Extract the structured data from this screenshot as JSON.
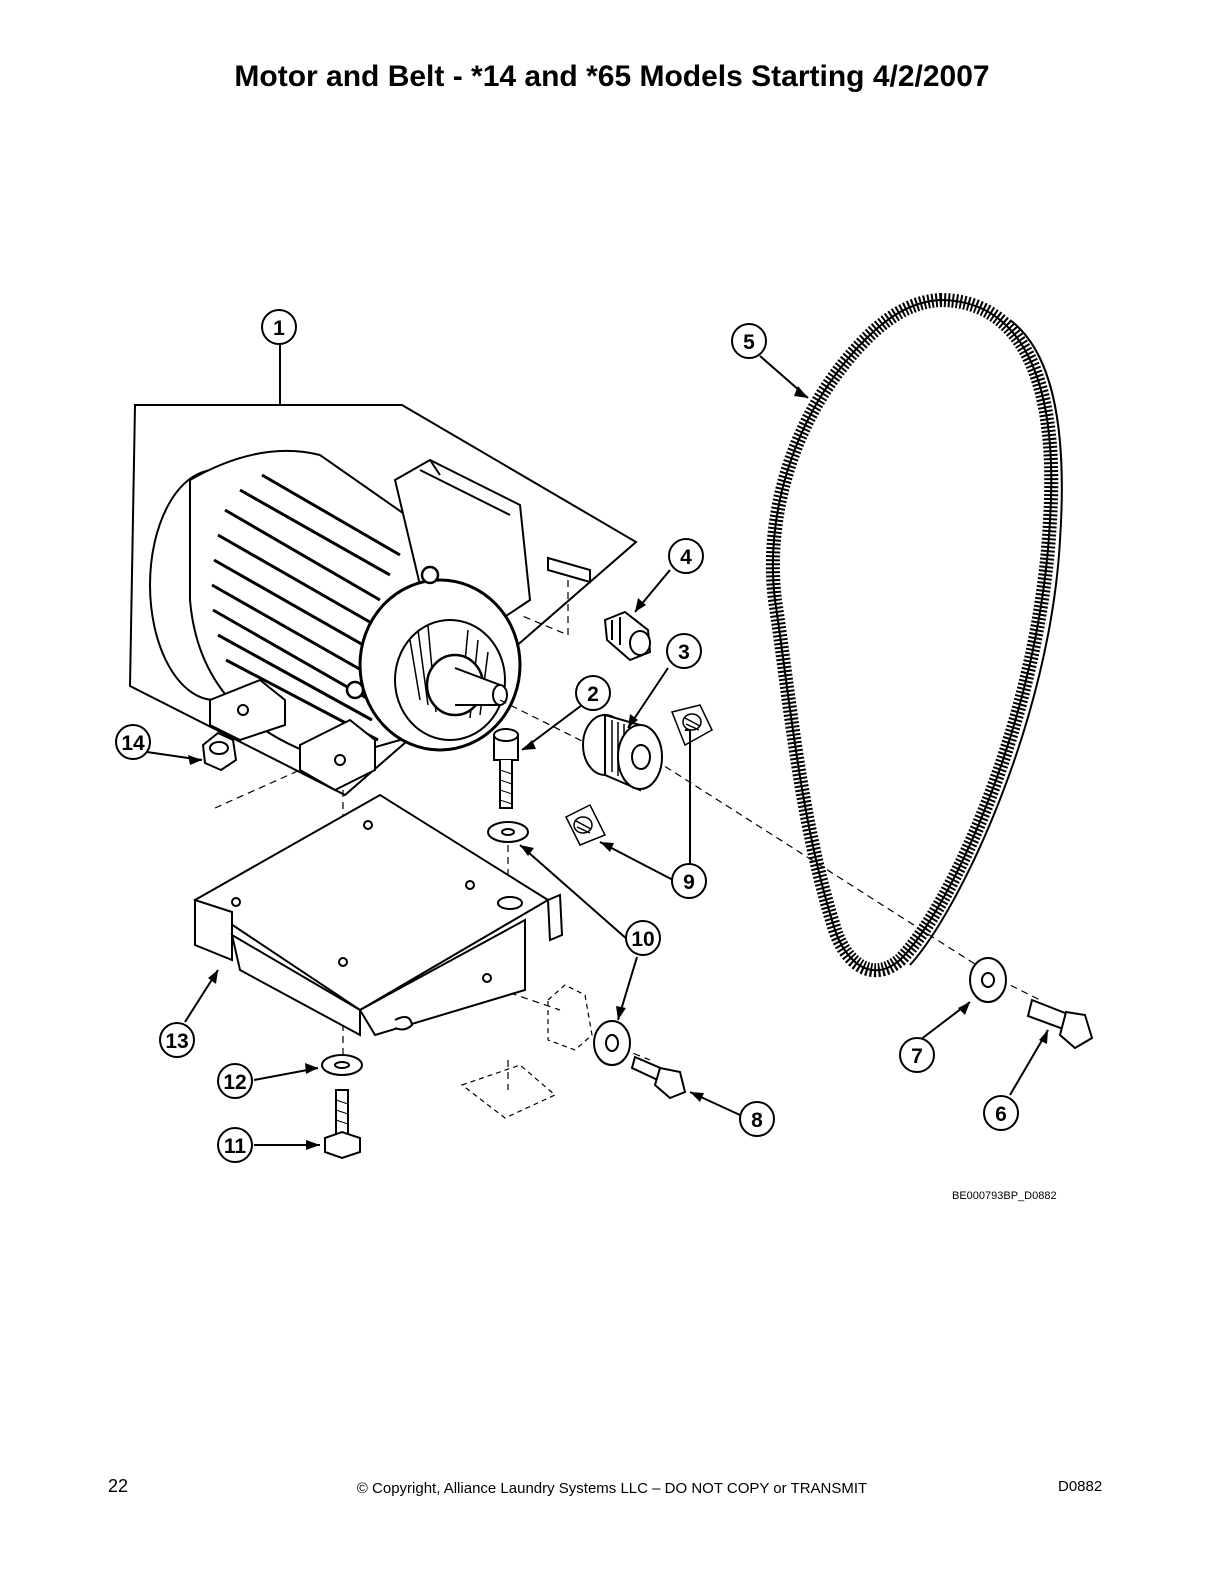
{
  "title": "Motor and Belt - *14 and *65 Models Starting 4/2/2007",
  "callouts": [
    "1",
    "2",
    "3",
    "4",
    "5",
    "6",
    "7",
    "8",
    "9",
    "10",
    "10",
    "11",
    "12",
    "13",
    "14"
  ],
  "parts": {
    "motor": "motor",
    "belt": "belt",
    "pulley": "pulley",
    "mounting_plate": "mounting-plate"
  },
  "drawing_code": "BE000793BP_D0882",
  "footer": {
    "page_number": "22",
    "copyright": "© Copyright, Alliance Laundry Systems LLC – DO NOT COPY or TRANSMIT",
    "doc_code": "D0882"
  }
}
